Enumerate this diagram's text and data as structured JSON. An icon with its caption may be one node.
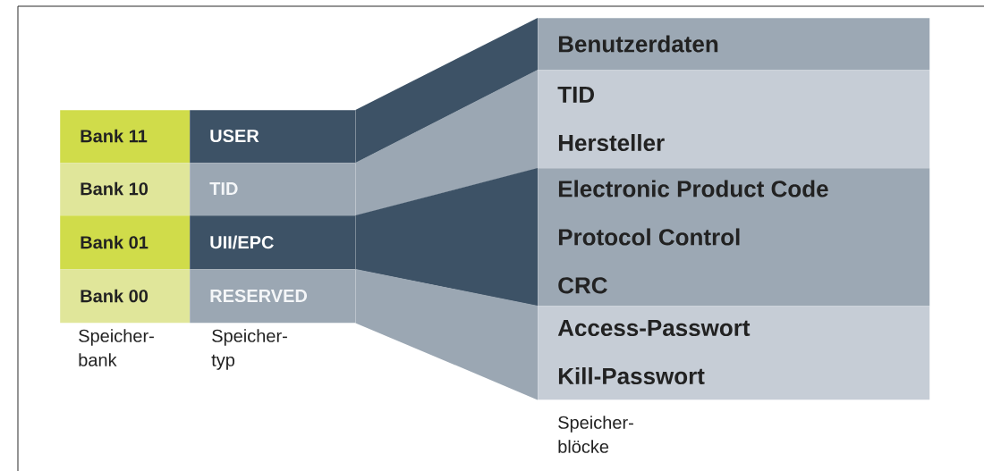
{
  "diagram": {
    "nodes": [
      {
        "text": [
          "Bank 11"
        ]
      },
      {
        "text": [
          "Bank 10"
        ]
      },
      {
        "text": [
          "Bank 01"
        ]
      },
      {
        "text": [
          "Bank 00"
        ]
      },
      {
        "text": [
          "USER"
        ]
      },
      {
        "text": [
          "TID"
        ]
      },
      {
        "text": [
          "UII/EPC"
        ]
      },
      {
        "text": [
          "RESERVED"
        ]
      },
      {
        "text": [
          "Benutzerdaten"
        ]
      },
      {
        "text": [
          "TID",
          "Hersteller"
        ]
      },
      {
        "text": [
          "Electronic Product Code",
          "Protocol Control",
          "CRC"
        ]
      },
      {
        "text": [
          "Access-Passwort",
          "Kill-Passwort"
        ]
      }
    ],
    "edges": [
      {
        "from": 4,
        "to": 8,
        "arrow": "none",
        "color": "#3d5266"
      },
      {
        "from": 5,
        "to": 9,
        "arrow": "none",
        "color": "#9ba7b3"
      },
      {
        "from": 6,
        "to": 10,
        "arrow": "none",
        "color": "#3d5266"
      },
      {
        "from": 7,
        "to": 11,
        "arrow": "none",
        "color": "#9ba7b3"
      }
    ],
    "labels": [
      "Speicher- bank",
      "Speicher- typ",
      "Speicher- blöcke"
    ]
  }
}
